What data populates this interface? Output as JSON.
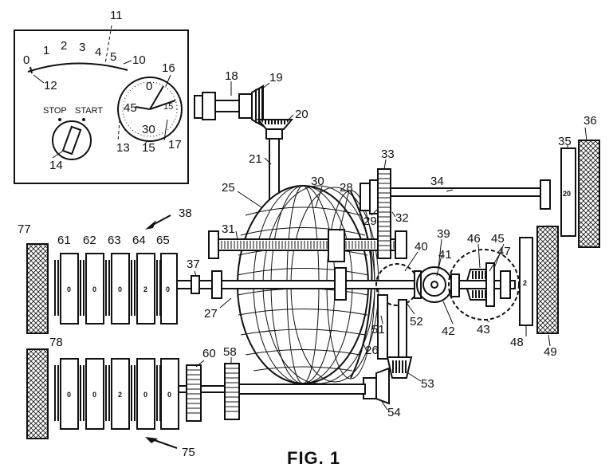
{
  "figure": {
    "caption": "FIG. 1",
    "panel": {
      "scale_labels": [
        "0",
        "1",
        "2",
        "3",
        "4",
        "5"
      ],
      "dial_labels": [
        "0",
        "15",
        "30",
        "45"
      ],
      "switch_labels": {
        "stop": "STOP",
        "start": "START"
      }
    },
    "counters": {
      "row_upper": [
        "0",
        "0",
        "0",
        "2",
        "0"
      ],
      "row_lower": [
        "0",
        "0",
        "2",
        "0",
        "0"
      ],
      "right_wheel_48": "2",
      "wheel_35": "20"
    },
    "refs": {
      "r10": "10",
      "r11": "11",
      "r12": "12",
      "r13": "13",
      "r14": "14",
      "r15": "15",
      "r16": "16",
      "r17": "17",
      "r18": "18",
      "r19": "19",
      "r20": "20",
      "r21": "21",
      "r25": "25",
      "r26": "26",
      "r27": "27",
      "r28": "28",
      "r29": "29",
      "r30": "30",
      "r31": "31",
      "r32": "32",
      "r33": "33",
      "r34": "34",
      "r35": "35",
      "r36": "36",
      "r37": "37",
      "r38": "38",
      "r39": "39",
      "r40": "40",
      "r41": "41",
      "r42": "42",
      "r43": "43",
      "r45": "45",
      "r46": "46",
      "r47": "47",
      "r48": "48",
      "r49": "49",
      "r51": "51",
      "r52": "52",
      "r53": "53",
      "r54": "54",
      "r58": "58",
      "r60": "60",
      "r61": "61",
      "r62": "62",
      "r63": "63",
      "r64": "64",
      "r65": "65",
      "r75": "75",
      "r77": "77",
      "r78": "78"
    }
  }
}
